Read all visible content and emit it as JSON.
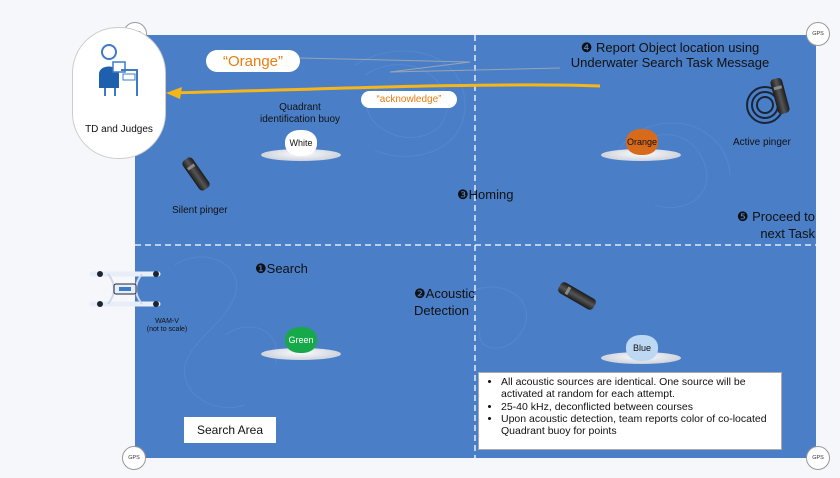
{
  "gps_label": "GPS",
  "judges": {
    "label": "TD and Judges"
  },
  "messages": {
    "orange": "“Orange”",
    "acknowledge": "“acknowledge”"
  },
  "quadrant_buoy_label": "Quadrant identification buoy",
  "buoys": {
    "white": "White",
    "orange": "Orange",
    "green": "Green",
    "blue": "Blue"
  },
  "steps": {
    "report": "❹ Report Object location using Underwater Search Task Message",
    "homing": "❸Homing",
    "proceed": "❺ Proceed to next Task",
    "search": "❶Search",
    "acoustic": "❷Acoustic Detection"
  },
  "pingers": {
    "silent": "Silent pinger",
    "active": "Active pinger"
  },
  "wamv": {
    "label": "WAM-V",
    "scale_note": "(not to scale)"
  },
  "search_area": "Search Area",
  "notes": [
    "All acoustic sources are identical.  One source will be activated at random for each attempt.",
    "25-40 kHz, deconflicted between courses",
    "Upon acoustic detection, team reports color of co-located Quadrant buoy for points"
  ],
  "colors": {
    "field": "#4a7fc8",
    "arrow": "#f6b617",
    "message_text": "#e87d10",
    "buoy_orange": "#d86a1c",
    "buoy_green": "#17a84a",
    "buoy_blue": "#bcd8f2",
    "buoy_white": "#ffffff"
  }
}
